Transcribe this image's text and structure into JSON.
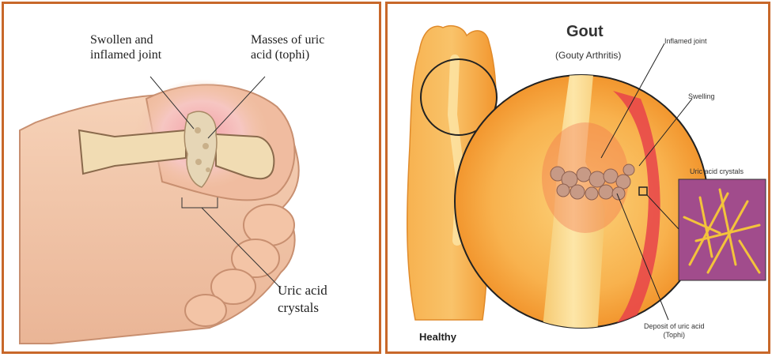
{
  "left_panel": {
    "labels": {
      "swollen": "Swollen and\ninflamed joint",
      "masses": "Masses of uric\nacid (tophi)",
      "crystals": "Uric acid\ncrystals"
    }
  },
  "right_panel": {
    "title": "Gout",
    "subtitle": "(Gouty Arthritis)",
    "labels": {
      "inflamed_joint": "Inflamed joint",
      "swelling": "Swelling",
      "uric_acid_crystals": "Uric acid crystals",
      "deposit": "Deposit of uric acid\n(Tophi)",
      "healthy": "Healthy"
    }
  },
  "colors": {
    "frame": "#c8682a",
    "skin": "#f2c7a8",
    "bone": "#f7dfb0",
    "inflammation": "#e8434a",
    "foot_orange": "#f6a23a",
    "crystal_bg": "#a14c8c",
    "crystal": "#f3c33b"
  }
}
